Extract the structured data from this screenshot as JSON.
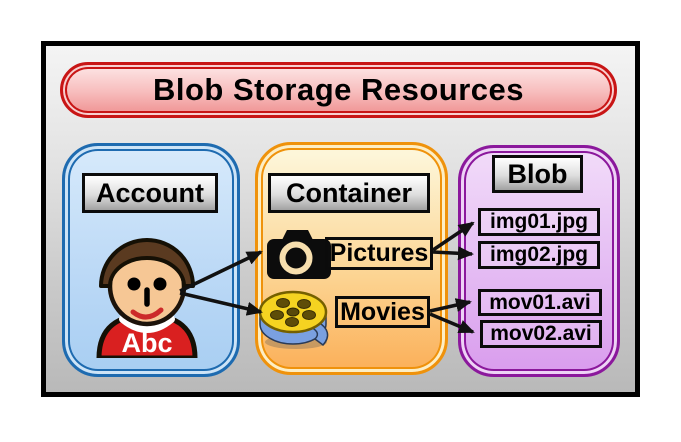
{
  "diagram": {
    "title": "Blob Storage Resources",
    "account": {
      "label": "Account",
      "user_name": "Abc"
    },
    "container": {
      "label": "Container",
      "pictures_label": "Pictures",
      "movies_label": "Movies"
    },
    "blob": {
      "label": "Blob",
      "files": [
        "img01.jpg",
        "img02.jpg",
        "mov01.avi",
        "mov02.avi"
      ]
    },
    "icons": [
      "person-icon",
      "camera-icon",
      "film-reel-icon"
    ],
    "relationships": [
      "account-to-pictures",
      "account-to-movies",
      "pictures-to-img01",
      "pictures-to-img02",
      "movies-to-mov01",
      "movies-to-mov02"
    ],
    "colors": {
      "title_border": "#c81515",
      "title_fill_top": "#fde7e7",
      "title_fill_bottom": "#ef9191",
      "account_border": "#1e6bb0",
      "account_fill_top": "#d7eafb",
      "account_fill_bottom": "#a8cef2",
      "container_border": "#ef920b",
      "container_fill_top": "#fdf6d9",
      "container_fill_bottom": "#fbaf58",
      "blob_border": "#8b189c",
      "blob_fill_top": "#f2dcf9",
      "blob_fill_bottom": "#d99ced",
      "label_fill_top": "#ffffff",
      "label_fill_bottom": "#a2a2a2",
      "frame_border": "#000000",
      "arrow": "#111111"
    }
  }
}
